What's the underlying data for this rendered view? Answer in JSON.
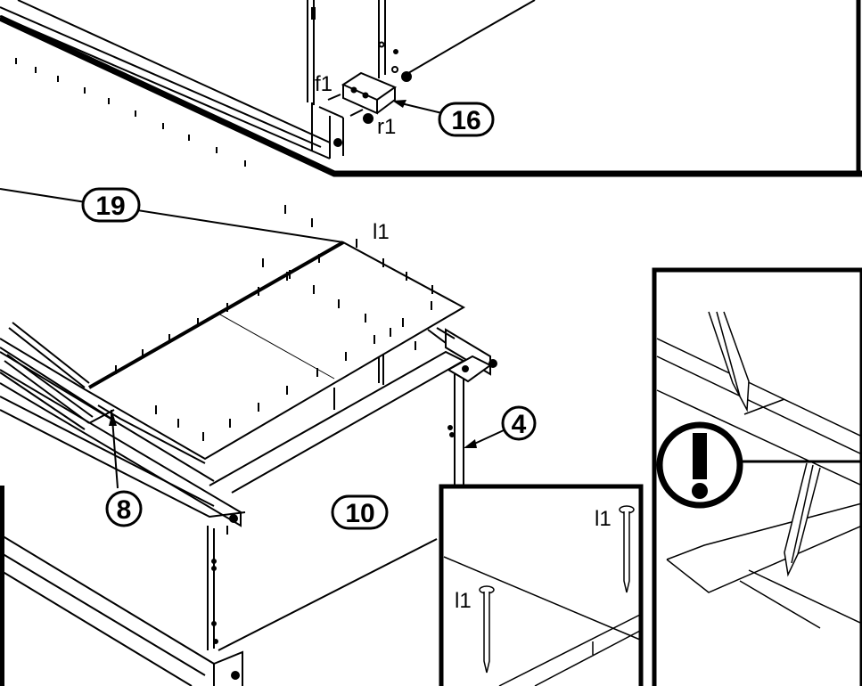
{
  "callouts": {
    "c16": "16",
    "c19": "19",
    "c4": "4",
    "c8": "8",
    "c10": "10"
  },
  "labels": {
    "f1": "f1",
    "r1": "r1",
    "l1_top": "l1",
    "l1_inset_a": "l1",
    "l1_inset_b": "l1"
  },
  "colors": {
    "line": "#000000",
    "background": "#ffffff"
  },
  "icons": [
    "warning-exclamation-icon",
    "nail-icon",
    "pencil-icon"
  ]
}
